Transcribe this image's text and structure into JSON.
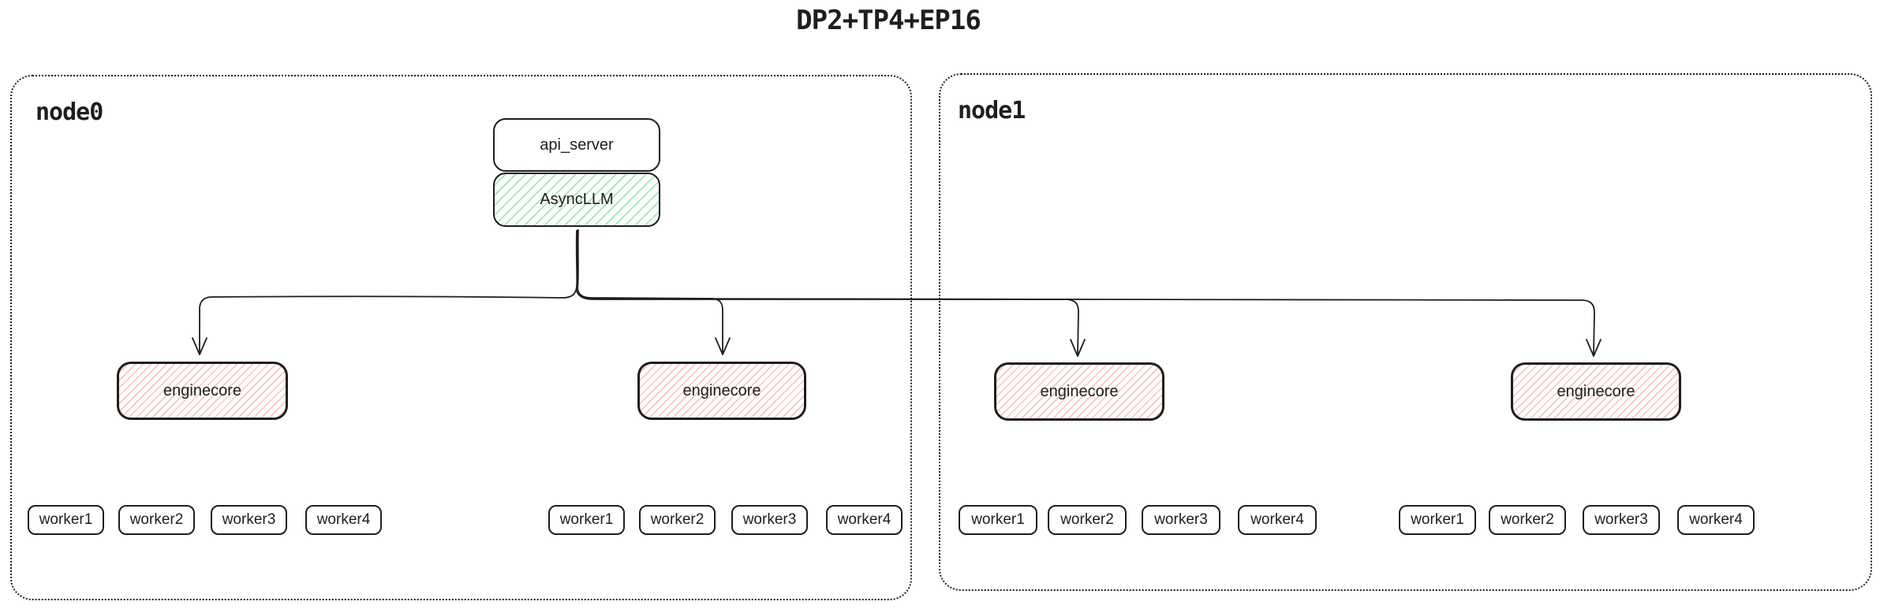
{
  "title": "DP2+TP4+EP16",
  "colors": {
    "stroke": "#1e1e1e",
    "green_hatch": "#9deab8",
    "red_hatch": "#f9c3c3",
    "background": "#ffffff"
  },
  "api_server_label": "api_server",
  "async_llm_label": "AsyncLLM",
  "nodes": [
    {
      "label": "node0",
      "enginecores": [
        "enginecore",
        "enginecore"
      ],
      "worker_groups": [
        [
          "worker1",
          "worker2",
          "worker3",
          "worker4"
        ],
        [
          "worker1",
          "worker2",
          "worker3",
          "worker4"
        ]
      ]
    },
    {
      "label": "node1",
      "enginecores": [
        "enginecore",
        "enginecore"
      ],
      "worker_groups": [
        [
          "worker1",
          "worker2",
          "worker3",
          "worker4"
        ],
        [
          "worker1",
          "worker2",
          "worker3",
          "worker4"
        ]
      ]
    }
  ]
}
